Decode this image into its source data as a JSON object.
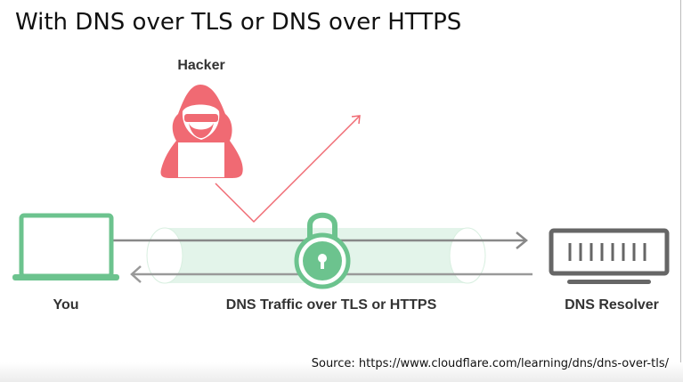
{
  "title": "With DNS over TLS or DNS over HTTPS",
  "labels": {
    "hacker": "Hacker",
    "you": "You",
    "traffic": "DNS Traffic over TLS or HTTPS",
    "resolver": "DNS Resolver"
  },
  "source": "Source: https://www.cloudflare.com/learning/dns/dns-over-tls/",
  "colors": {
    "green": "#6cc38e",
    "tube": "#e3f4ea",
    "red": "#f06a73",
    "gray": "#666666"
  }
}
